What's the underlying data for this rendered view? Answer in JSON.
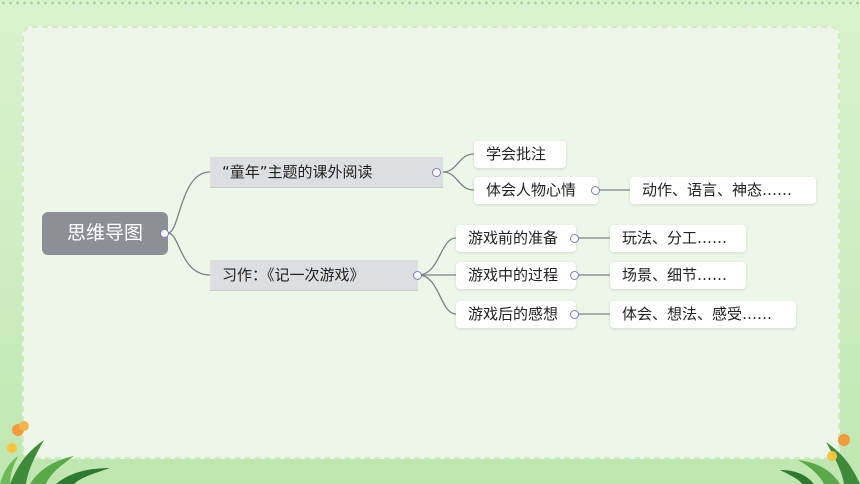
{
  "root": {
    "label": "思维导图"
  },
  "branches": [
    {
      "label": "“童年”主题的课外阅读",
      "children": [
        {
          "label": "学会批注"
        },
        {
          "label": "体会人物心情",
          "detail": "动作、语言、神态……"
        }
      ]
    },
    {
      "label": "习作：《记一次游戏》",
      "children": [
        {
          "label": "游戏前的准备",
          "detail": "玩法、分工……"
        },
        {
          "label": "游戏中的过程",
          "detail": "场景、细节……"
        },
        {
          "label": "游戏后的感想",
          "detail": "体会、想法、感受……"
        }
      ]
    }
  ],
  "colors": {
    "background": "#d4efc8",
    "card": "#edf7e9",
    "root": "#8d8f97",
    "branch": "#dddee0",
    "connector": "#7f7f87",
    "collapse_ring": "#7a7cc8"
  },
  "icons": [
    "collapse-icon",
    "flower-icon",
    "leaf-icon"
  ]
}
